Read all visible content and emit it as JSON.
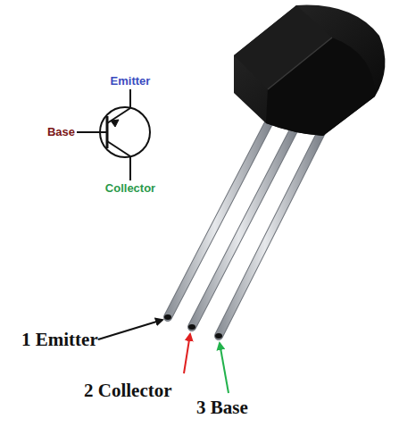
{
  "diagram": {
    "labels": [
      "Emitter",
      "Base",
      "Collector",
      "1 Emitter",
      "2 Collector",
      "3 Base"
    ]
  }
}
